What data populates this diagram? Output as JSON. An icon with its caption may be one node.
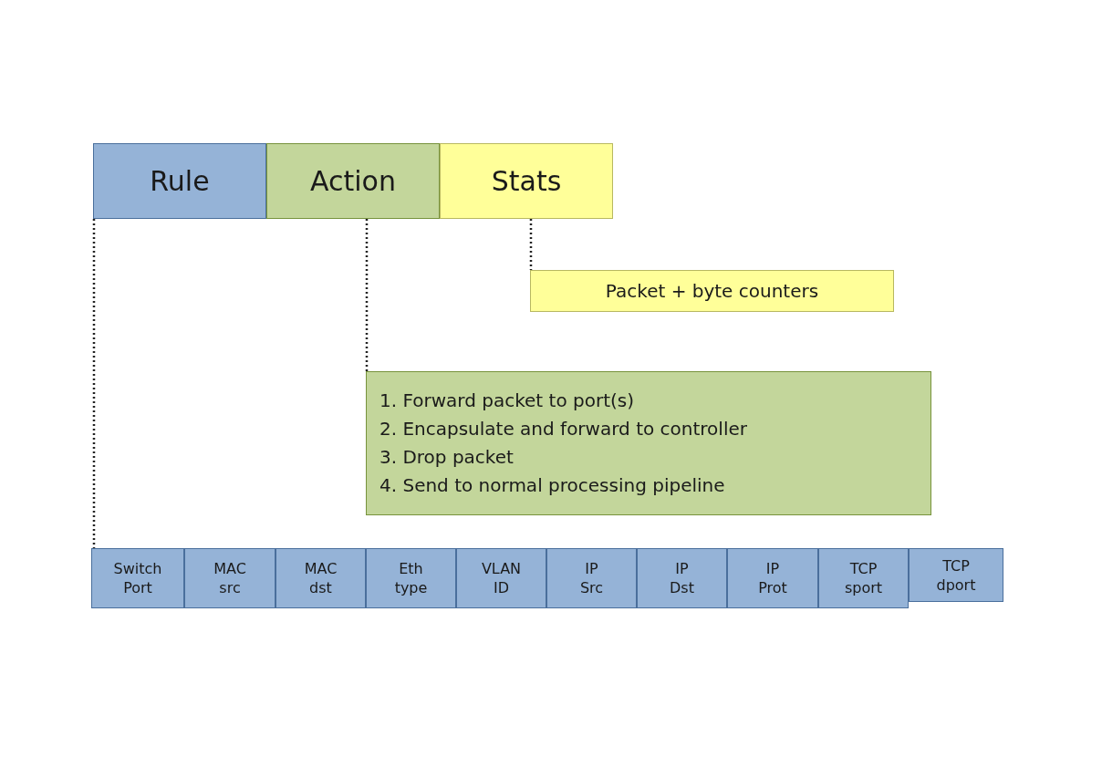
{
  "diagram": {
    "nodes": [
      {
        "text": [
          "Rule"
        ]
      },
      {
        "text": [
          "Action"
        ]
      },
      {
        "text": [
          "Stats"
        ]
      },
      {
        "text": [
          "Packet + byte counters"
        ]
      },
      {
        "text": [
          "1. Forward packet to port(s)",
          "2. Encapsulate and forward to controller",
          "3. Drop packet",
          "4. Send to normal processing pipeline"
        ]
      },
      {
        "text": [
          "Switch Port"
        ]
      },
      {
        "text": [
          "MAC src"
        ]
      },
      {
        "text": [
          "MAC dst"
        ]
      },
      {
        "text": [
          "Eth type"
        ]
      },
      {
        "text": [
          "VLAN ID"
        ]
      },
      {
        "text": [
          "IP Src"
        ]
      },
      {
        "text": [
          "IP Dst"
        ]
      },
      {
        "text": [
          "IP Prot"
        ]
      },
      {
        "text": [
          "TCP sport"
        ]
      },
      {
        "text": [
          "TCP dport"
        ]
      }
    ],
    "edges": [
      {
        "from": 2,
        "to": 3,
        "arrow": "none",
        "style": "dashed"
      },
      {
        "from": 1,
        "to": 4,
        "arrow": "none",
        "style": "dashed"
      },
      {
        "from": 0,
        "to": 5,
        "arrow": "none",
        "style": "dashed"
      }
    ]
  }
}
